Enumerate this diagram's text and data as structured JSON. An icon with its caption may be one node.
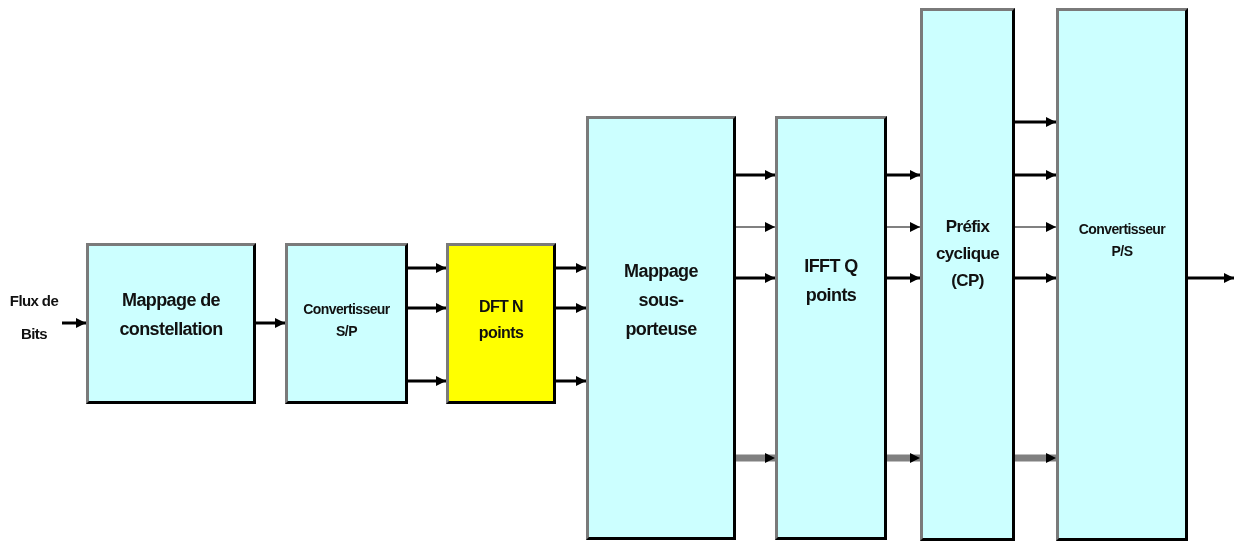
{
  "diagram": {
    "nodes": [
      {
        "text": [
          "Flux de Bits"
        ]
      },
      {
        "text": [
          "Mappage de constellation"
        ]
      },
      {
        "text": [
          "Convertisseur S/P"
        ]
      },
      {
        "text": [
          "DFT N points"
        ]
      },
      {
        "text": [
          "Mappage sous- porteuse"
        ]
      },
      {
        "text": [
          "IFFT Q points"
        ]
      },
      {
        "text": [
          "Préfix cyclique (CP)"
        ]
      },
      {
        "text": [
          "Convertisseur P/S"
        ]
      }
    ],
    "edges": [
      {
        "from": 0,
        "to": 1,
        "arrow": "to"
      },
      {
        "from": 1,
        "to": 2,
        "arrow": "to"
      },
      {
        "from": 2,
        "to": 3,
        "arrow": "to"
      },
      {
        "from": 2,
        "to": 3,
        "arrow": "to"
      },
      {
        "from": 2,
        "to": 3,
        "arrow": "to"
      },
      {
        "from": 3,
        "to": 4,
        "arrow": "to"
      },
      {
        "from": 3,
        "to": 4,
        "arrow": "to"
      },
      {
        "from": 3,
        "to": 4,
        "arrow": "to"
      },
      {
        "from": 4,
        "to": 5,
        "arrow": "to"
      },
      {
        "from": 4,
        "to": 5,
        "arrow": "to",
        "color": "#808080"
      },
      {
        "from": 4,
        "to": 5,
        "arrow": "to"
      },
      {
        "from": 4,
        "to": 5,
        "arrow": "to",
        "style": "thick",
        "color": "#808080"
      },
      {
        "from": 5,
        "to": 6,
        "arrow": "to"
      },
      {
        "from": 5,
        "to": 6,
        "arrow": "to",
        "color": "#808080"
      },
      {
        "from": 5,
        "to": 6,
        "arrow": "to"
      },
      {
        "from": 5,
        "to": 6,
        "arrow": "to",
        "style": "thick",
        "color": "#808080"
      },
      {
        "from": 6,
        "to": 7,
        "arrow": "to"
      },
      {
        "from": 6,
        "to": 7,
        "arrow": "to"
      },
      {
        "from": 6,
        "to": 7,
        "arrow": "to",
        "color": "#808080"
      },
      {
        "from": 6,
        "to": 7,
        "arrow": "to"
      },
      {
        "from": 6,
        "to": 7,
        "arrow": "to",
        "style": "thick",
        "color": "#808080"
      },
      {
        "from": 7,
        "to": null,
        "arrow": "to"
      }
    ]
  }
}
